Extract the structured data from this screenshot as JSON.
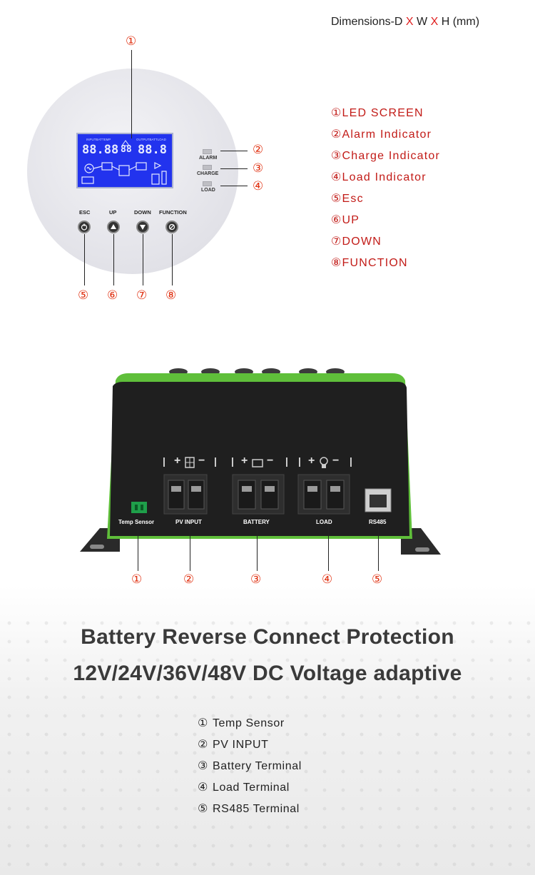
{
  "dimensions": {
    "prefix": "Dimensions-D ",
    "x1": "X",
    "w": " W ",
    "x2": "X",
    "suffix": " H (mm)"
  },
  "panel": {
    "callouts": {
      "n1": "①",
      "n2": "②",
      "n3": "③",
      "n4": "④",
      "n5": "⑤",
      "n6": "⑥",
      "n7": "⑦",
      "n8": "⑧"
    },
    "indicators": {
      "alarm": "ALARM",
      "charge": "CHARGE",
      "load": "LOAD"
    },
    "buttons": {
      "esc": "ESC",
      "up": "UP",
      "down": "DOWN",
      "function": "FUNCTION"
    },
    "lcd": {
      "input_label": "INPUTBATTEMP",
      "output_label": "OUTPUTBATTLOAD",
      "digits_left": "88.88",
      "digits_mid": "88",
      "digits_right": "88.8"
    }
  },
  "legend_top": [
    "①LED SCREEN",
    "②Alarm Indicator",
    "③Charge Indicator",
    "④Load Indicator",
    "⑤Esc",
    "⑥UP",
    "⑦DOWN",
    "⑧FUNCTION"
  ],
  "device": {
    "ports": {
      "temp": "Temp Sensor",
      "pv": "PV INPUT",
      "battery": "BATTERY",
      "load": "LOAD",
      "rs485": "RS485"
    },
    "polarity": {
      "plus": "+",
      "minus": "−",
      "bar": "|"
    },
    "callouts": {
      "n1": "①",
      "n2": "②",
      "n3": "③",
      "n4": "④",
      "n5": "⑤"
    }
  },
  "headings": {
    "line1": "Battery Reverse Connect Protection",
    "line2": "12V/24V/36V/48V DC Voltage adaptive"
  },
  "legend_bottom": [
    {
      "num": "①",
      "text": "Temp Sensor"
    },
    {
      "num": "②",
      "text": "PV INPUT"
    },
    {
      "num": "③",
      "text": "Battery Terminal"
    },
    {
      "num": "④",
      "text": "Load Terminal"
    },
    {
      "num": "⑤",
      "text": "RS485 Terminal"
    }
  ],
  "colors": {
    "accent_red": "#e03010",
    "legend_red": "#c21b17",
    "device_green": "#5fbf3a",
    "lcd_blue": "#2233ee"
  }
}
